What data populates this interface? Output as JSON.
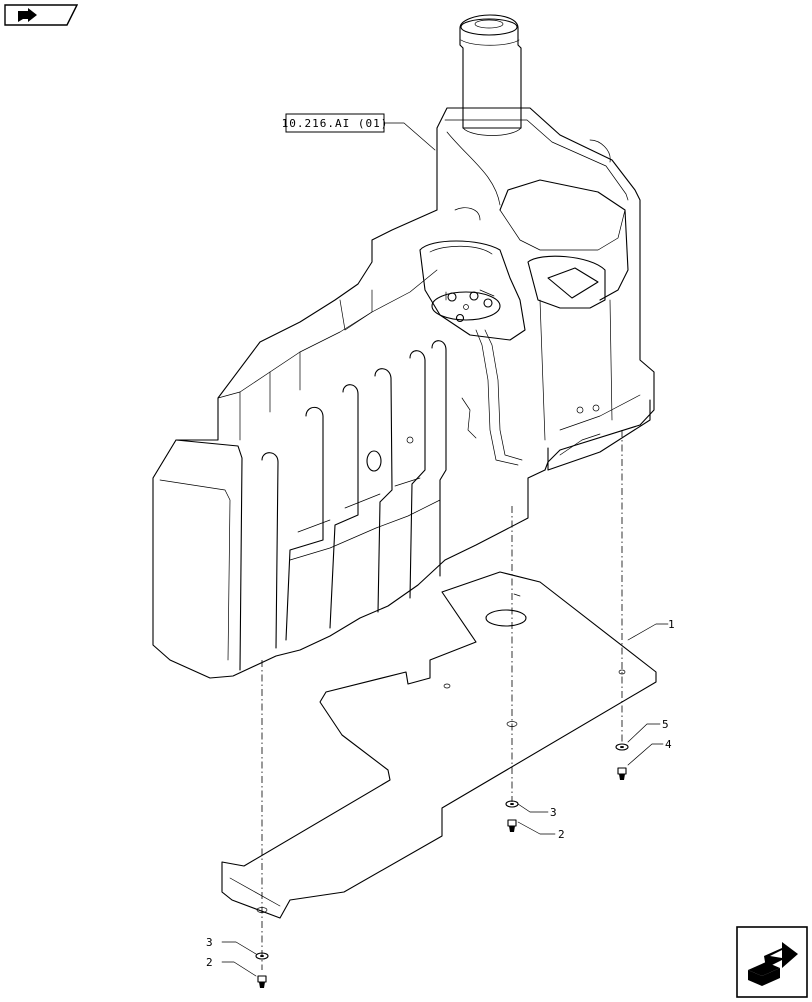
{
  "reference_label": "10.216.AI (01)",
  "callouts": [
    {
      "id": "1",
      "text": "1"
    },
    {
      "id": "5",
      "text": "5"
    },
    {
      "id": "4",
      "text": "4"
    },
    {
      "id": "3a",
      "text": "3"
    },
    {
      "id": "2a",
      "text": "2"
    },
    {
      "id": "3b",
      "text": "3"
    },
    {
      "id": "2b",
      "text": "2"
    }
  ],
  "nav": {
    "prev_icon": "back-arrow-icon",
    "next_icon": "forward-arrow-icon"
  }
}
